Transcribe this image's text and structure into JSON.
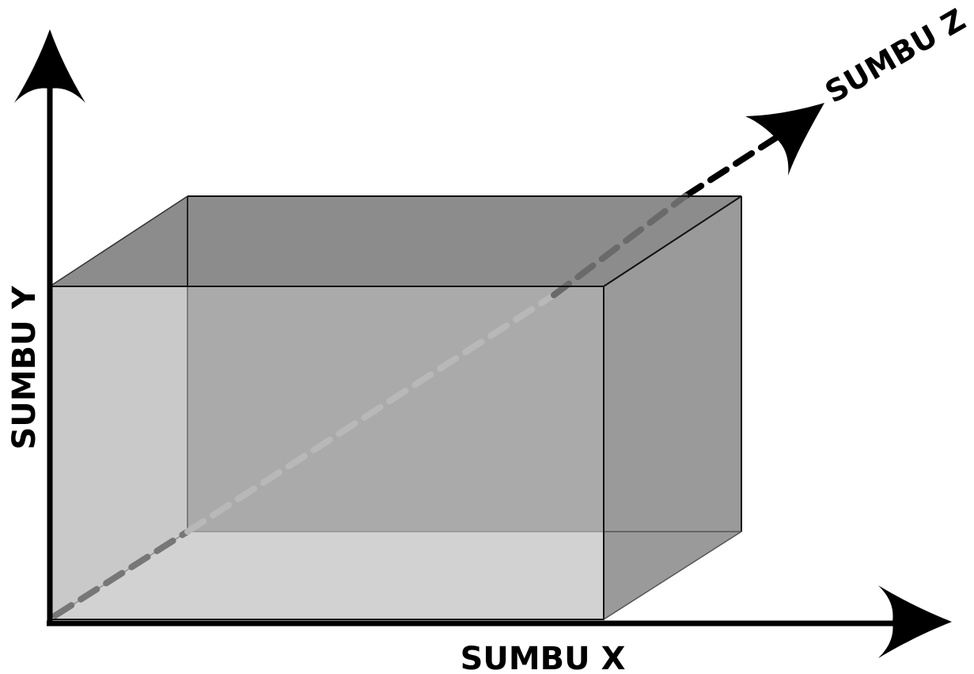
{
  "axes": {
    "x_label": "SUMBU X",
    "y_label": "SUMBU Y",
    "z_label": "SUMBU Z"
  },
  "colors": {
    "axis": "#000000",
    "back_face": "#8a8a8a",
    "top_face": "#8c8c8c",
    "left_face": "#cccccc",
    "right_face": "#9a9a9a",
    "bottom_face": "#e2e2e2",
    "front_face": "#b2b2b2"
  }
}
